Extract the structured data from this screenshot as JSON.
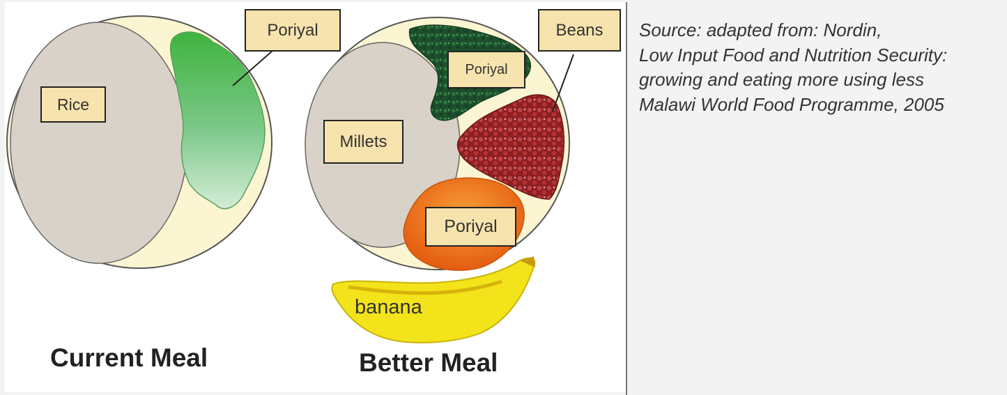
{
  "labels": {
    "current_poriyal": "Poriyal",
    "rice": "Rice",
    "better_poriyal_top": "Poriyal",
    "beans": "Beans",
    "millets": "Millets",
    "better_poriyal_bottom": "Poriyal",
    "banana": "banana"
  },
  "titles": {
    "current": "Current Meal",
    "better": "Better Meal"
  },
  "source": {
    "line1": "Source: adapted from: Nordin,",
    "line2": "Low Input Food and Nutrition Security:",
    "line3": "growing and eating more using less",
    "line4": "Malawi World Food Programme, 2005"
  },
  "colors": {
    "plate": "#fbf5d2",
    "grain": "#d8d2c8",
    "greens_light": "#4dbb4a",
    "greens_dark": "#1f5e2e",
    "beans": "#a43232",
    "squash": "#f07a18",
    "banana": "#f3e31a"
  }
}
